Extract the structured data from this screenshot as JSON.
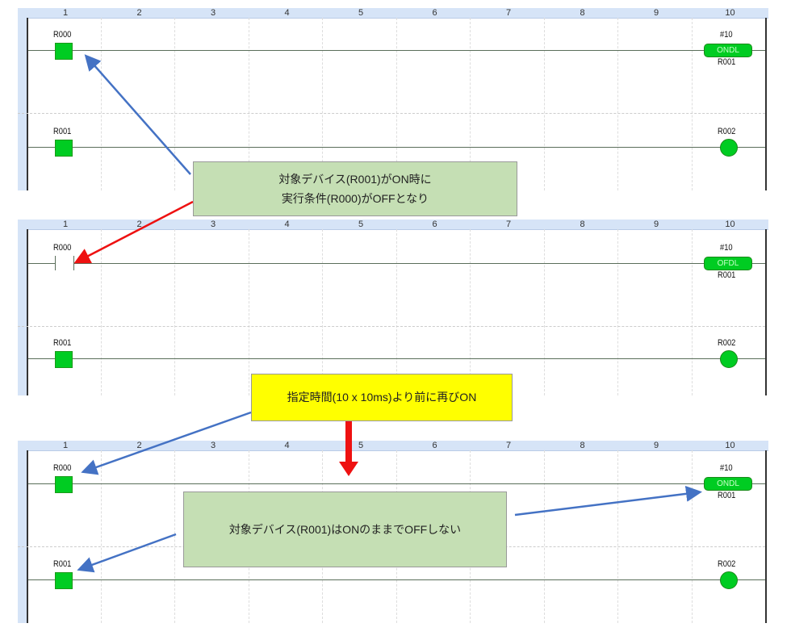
{
  "columns": [
    "1",
    "2",
    "3",
    "4",
    "5",
    "6",
    "7",
    "8",
    "9",
    "10"
  ],
  "panels": [
    {
      "r1_label": "R000",
      "r1_type": "no",
      "timer_const": "#10",
      "timer_func": "ONDL",
      "timer_dev": "R001",
      "r2_label": "R001",
      "coil_label": "R002"
    },
    {
      "r1_label": "R000",
      "r1_type": "nc",
      "timer_const": "#10",
      "timer_func": "OFDL",
      "timer_dev": "R001",
      "r2_label": "R001",
      "coil_label": "R002"
    },
    {
      "r1_label": "R000",
      "r1_type": "no",
      "timer_const": "#10",
      "timer_func": "ONDL",
      "timer_dev": "R001",
      "r2_label": "R001",
      "coil_label": "R002"
    }
  ],
  "callouts": {
    "c1": {
      "line1": "対象デバイス(R001)がON時に",
      "line2": "実行条件(R000)がOFFとなり"
    },
    "c2": {
      "line1": "指定時間(10 x 10ms)より前に再びON"
    },
    "c3": {
      "line1": "対象デバイス(R001)はONのままでOFFしない"
    }
  },
  "colors": {
    "green_box": "#c5dfb4",
    "yellow_box": "#ffff00",
    "arrow_blue": "#4472c4",
    "arrow_red": "#ee1111",
    "on_green": "#00cc22"
  }
}
